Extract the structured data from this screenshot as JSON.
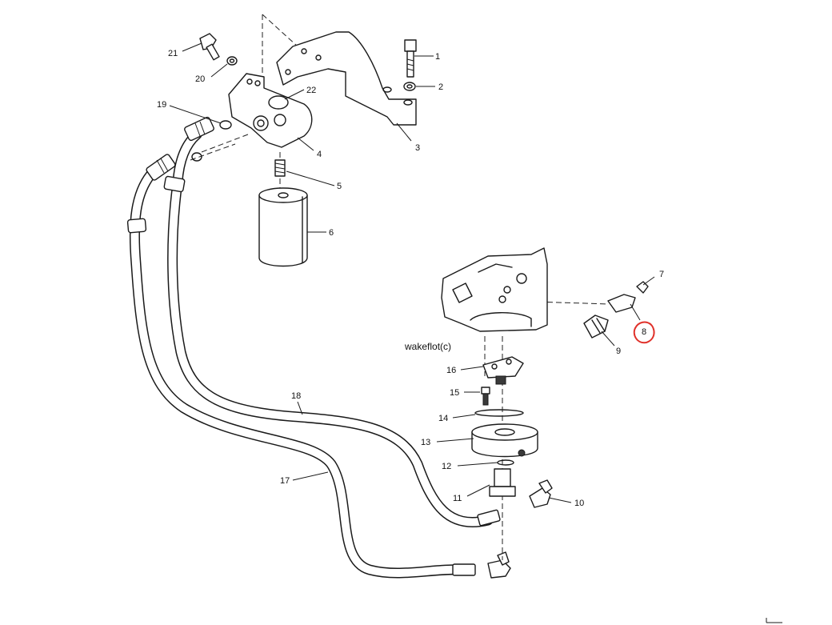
{
  "diagram": {
    "caption": "wakeflot(c)",
    "highlight_color": "#e0312a",
    "highlighted_callout": "8",
    "callouts": {
      "c1": "1",
      "c2": "2",
      "c3": "3",
      "c4": "4",
      "c5": "5",
      "c6": "6",
      "c7": "7",
      "c8": "8",
      "c9": "9",
      "c10": "10",
      "c11": "11",
      "c12": "12",
      "c13": "13",
      "c14": "14",
      "c15": "15",
      "c16": "16",
      "c17": "17",
      "c18": "18",
      "c19": "19",
      "c20": "20",
      "c21": "21",
      "c22": "22"
    }
  }
}
